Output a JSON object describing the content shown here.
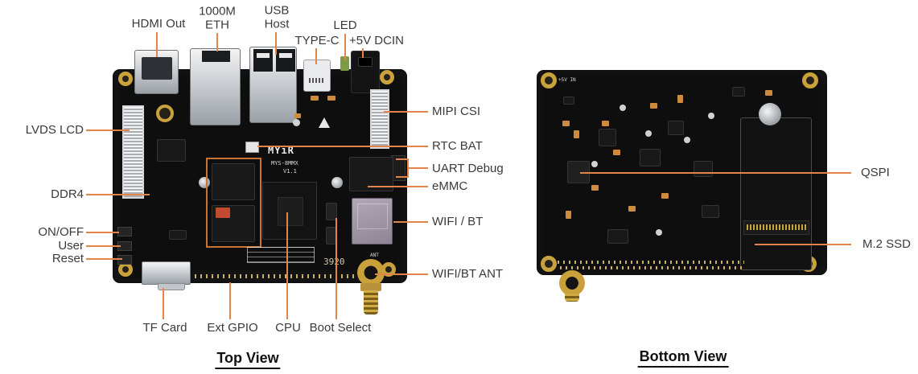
{
  "colors": {
    "leader": "#E2854A",
    "label_ink": "#3A3A3A",
    "caption_ink": "#111111",
    "board_bg": "#0E0E0E",
    "gold": "#C9A23C",
    "ddr_outline": "#C87533",
    "silk": "#D8D8D8"
  },
  "top_view": {
    "caption": "Top View",
    "labels": {
      "hdmi": "HDMI Out",
      "eth_line1": "1000M",
      "eth_line2": "ETH",
      "usb_line1": "USB",
      "usb_line2": "Host",
      "typec": "TYPE-C",
      "led": "LED",
      "dcin": "+5V DCIN",
      "mipi": "MIPI CSI",
      "rtc": "RTC BAT",
      "uart": "UART Debug",
      "emmc": "eMMC",
      "wifi": "WIFI / BT",
      "ant": "WIFI/BT ANT",
      "lvds": "LVDS LCD",
      "ddr4": "DDR4",
      "onoff": "ON/OFF",
      "user": "User",
      "reset": "Reset",
      "tfcard": "TF Card",
      "gpio": "Ext GPIO",
      "cpu": "CPU",
      "boot": "Boot Select"
    },
    "silkscreen": {
      "brand": "MYiR",
      "model": "MYS-8MMX",
      "version": "V1.1",
      "code": "3920",
      "ant": "ANT"
    }
  },
  "bottom_view": {
    "caption": "Bottom View",
    "labels": {
      "qspi": "QSPI",
      "m2": "M.2  SSD"
    },
    "silkscreen": {
      "power": "+5V IN"
    }
  }
}
